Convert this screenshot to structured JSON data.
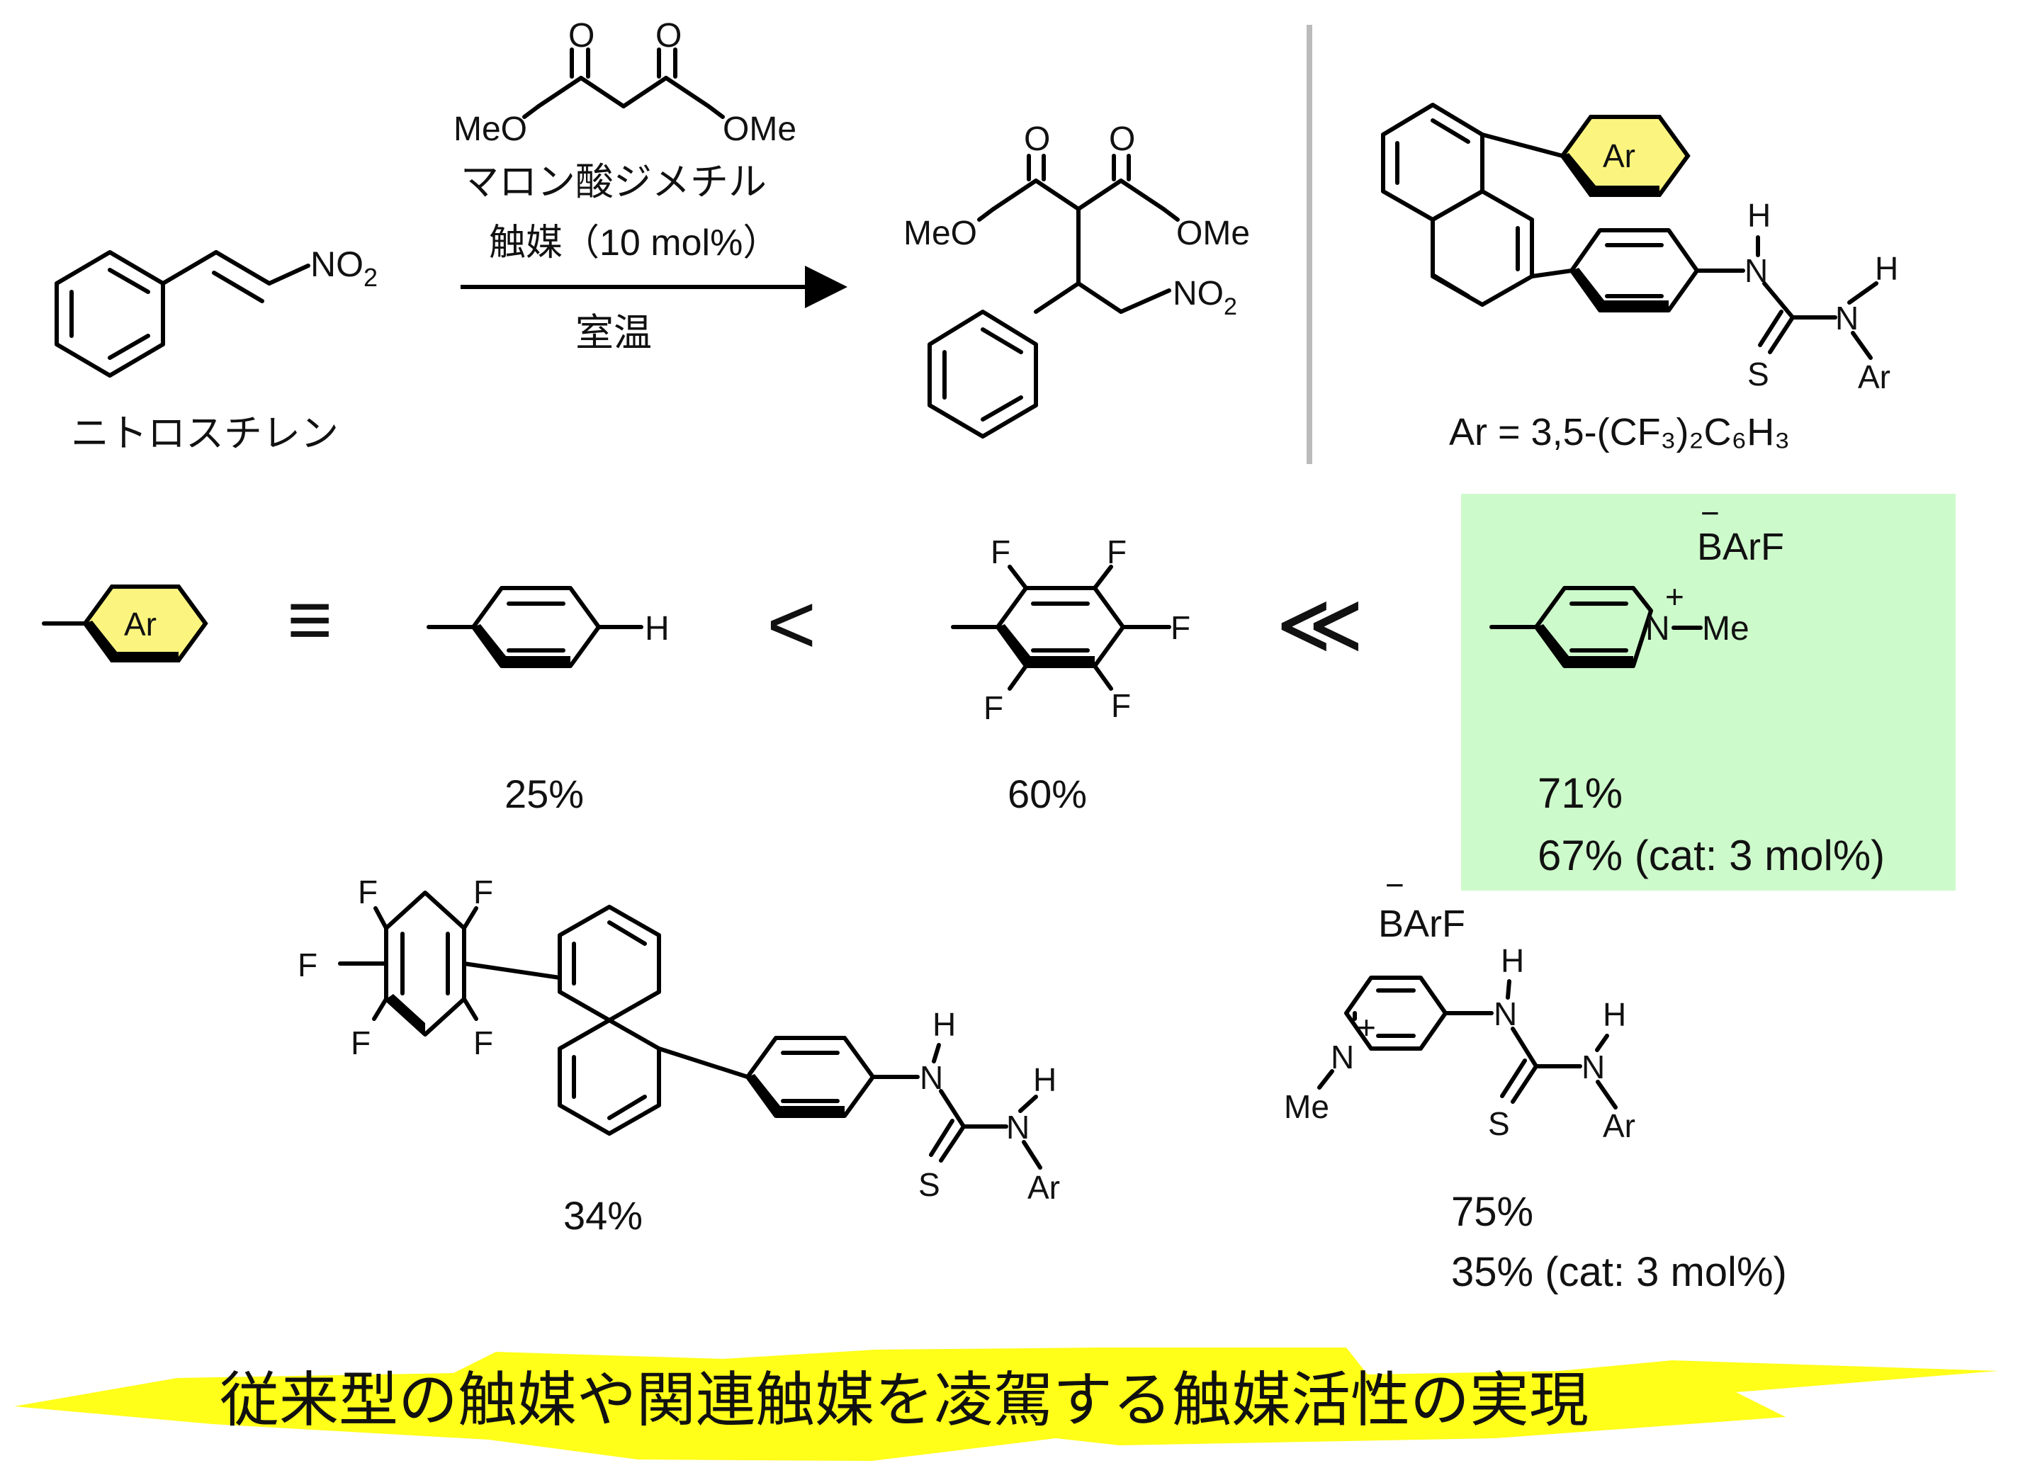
{
  "colors": {
    "red": "#e8201c",
    "highlight": "#cdfacb",
    "ar_yellow": "#fbf580",
    "banner_yellow": "#ffff19",
    "divider": "#bbbbbb"
  },
  "reaction": {
    "nitrostyrene_name": "ニトロスチレン",
    "no2": "NO",
    "no2_sub": "2",
    "malonate_name": "マロン酸ジメチル",
    "meo": "MeO",
    "ome": "OMe",
    "o": "O",
    "catalyst": "触媒（10 mol%）",
    "condition": "室温"
  },
  "catalyst_scaffold": {
    "ar_ring": "Ar",
    "n": "N",
    "h": "H",
    "s": "S",
    "ar": "Ar",
    "ar_definition": "Ar = 3,5-(CF₃)₂C₆H₃"
  },
  "comparison": {
    "ar_label": "Ar",
    "equiv": "≡",
    "h": "H",
    "f": "F",
    "less": "<",
    "much_less": "≪",
    "barf": "BArF",
    "minus": "−",
    "plus": "+",
    "n": "N",
    "me": "Me",
    "yields": {
      "phenyl": "25%",
      "pentafluorophenyl": "60%",
      "pyridinium": "71%",
      "pyridinium_low_loading": "67% (cat: 3 mol%)",
      "pf_naphthyl": "34%",
      "pyridinium_thiourea": "75%",
      "pyridinium_thiourea_low_loading": "35% (cat: 3 mol%)"
    }
  },
  "banner": "従来型の触媒や関連触媒を凌駕する触媒活性の実現"
}
